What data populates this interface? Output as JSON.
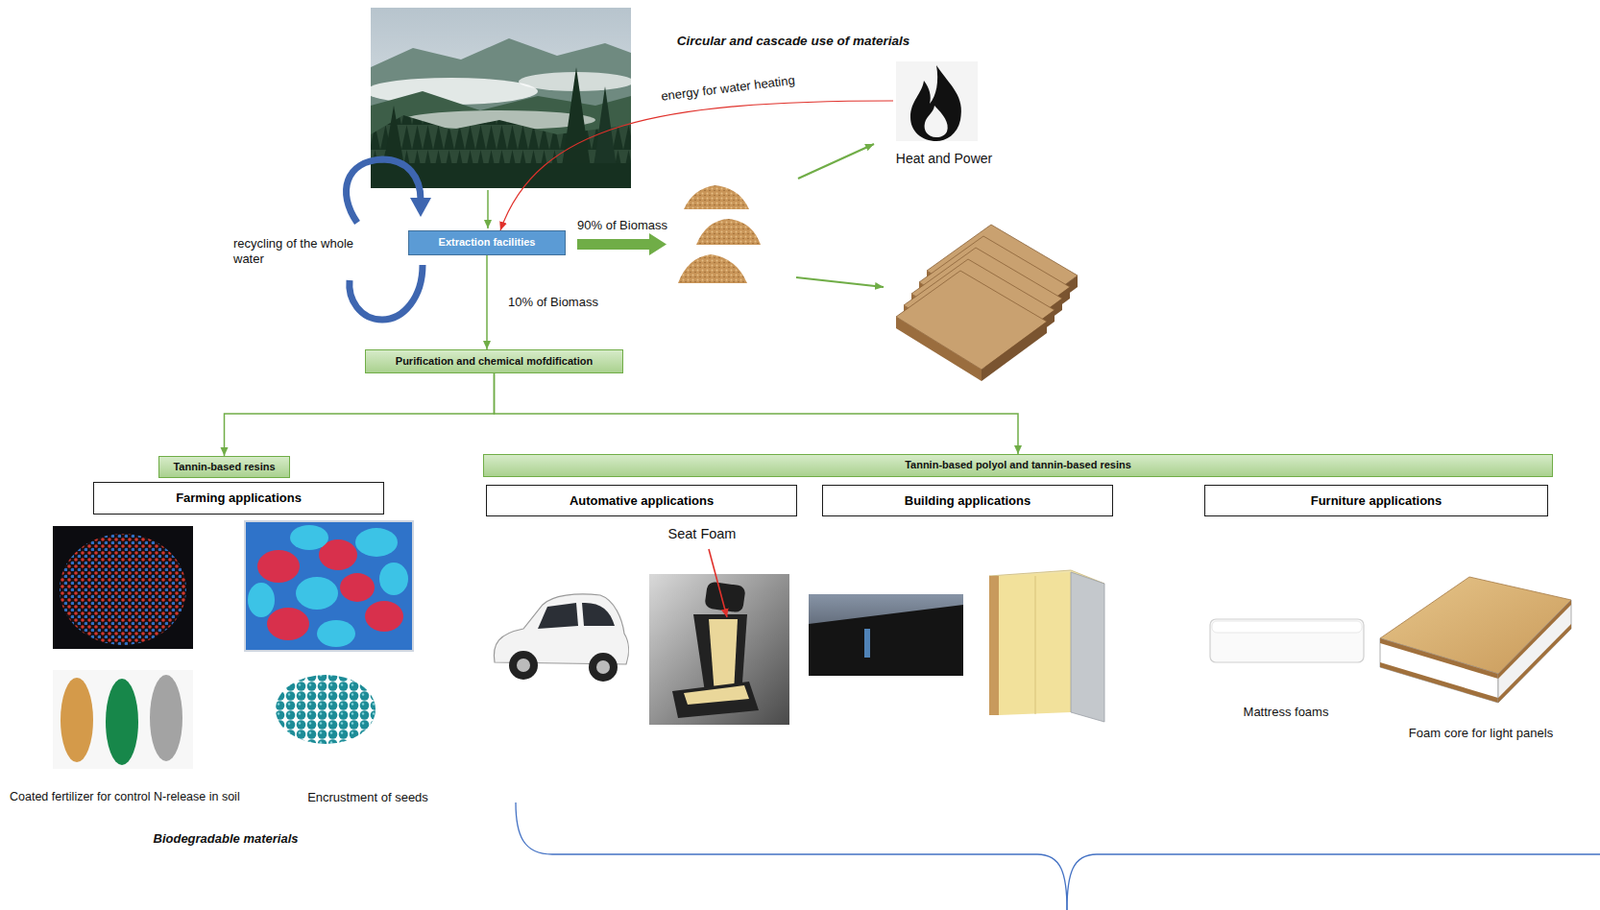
{
  "diagram": {
    "title": "Circular and cascade use of materials",
    "nodes": [
      {
        "text": [
          "Heat and Power"
        ]
      },
      {
        "text": [
          "Extraction facilities"
        ]
      },
      {
        "text": [
          "Purification and chemical mofdification"
        ]
      },
      {
        "text": [
          "Tannin-based resins"
        ]
      },
      {
        "text": [
          "Tannin-based polyol and tannin-based resins"
        ]
      },
      {
        "text": [
          "Farming applications"
        ]
      },
      {
        "text": [
          "Automative applications"
        ]
      },
      {
        "text": [
          "Building applications"
        ]
      },
      {
        "text": [
          "Furniture applications"
        ]
      }
    ],
    "edges": [
      {
        "from": 0,
        "to": 1,
        "label": "energy for water heating",
        "arrow": "to"
      },
      {
        "from": 1,
        "to": 2,
        "label": "10% of Biomass",
        "arrow": "to"
      },
      {
        "from": 2,
        "to": 3,
        "arrow": "to"
      },
      {
        "from": 2,
        "to": 4,
        "arrow": "to"
      }
    ],
    "labels": [
      "recycling of the whole water",
      "90% of Biomass",
      "Seat Foam",
      "Coated fertilizer for control N-release in soil",
      "Encrustment of seeds",
      "Biodegradable materials",
      "Mattress foams",
      "Foam core for light panels"
    ]
  }
}
